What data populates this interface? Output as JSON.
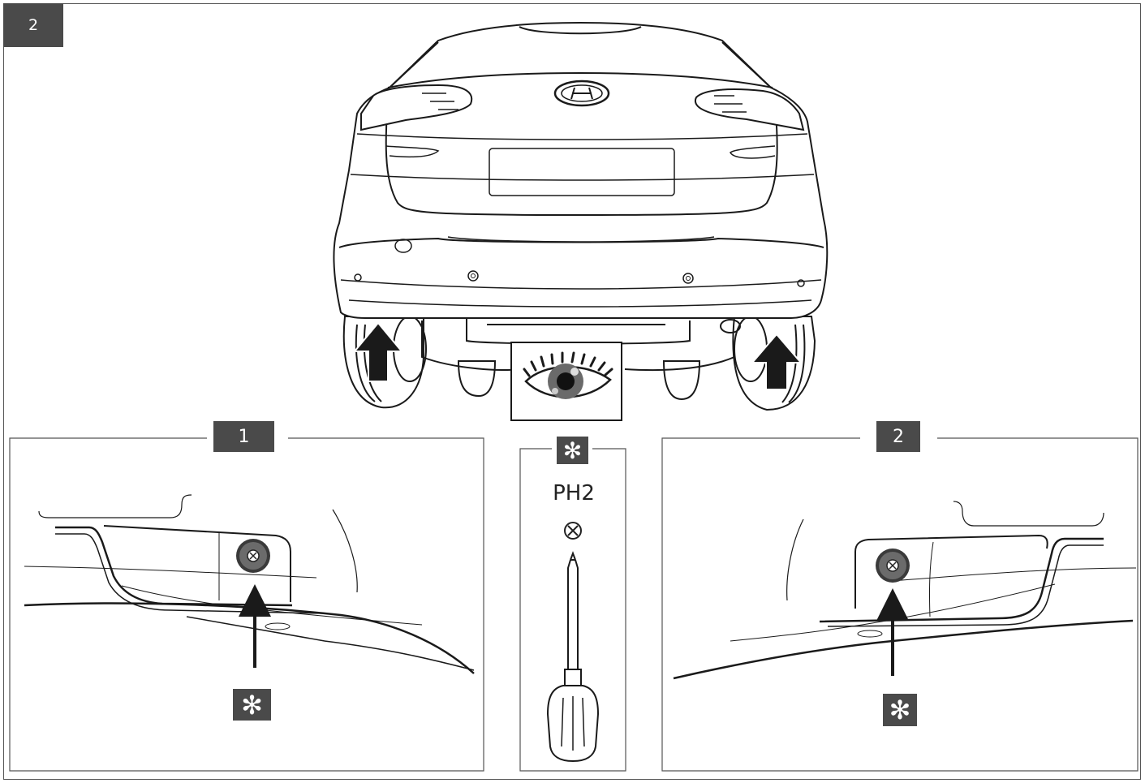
{
  "step_number": "2",
  "details": [
    {
      "label": "1"
    },
    {
      "label": "2"
    }
  ],
  "tool": {
    "label": "✻",
    "size": "PH2"
  },
  "screw_marker": "✻",
  "colors": {
    "badge_fill": "#4a4a4a",
    "badge_text": "#ffffff",
    "line": "#1a1a1a",
    "screw_head": "#6b6b6b"
  },
  "icons": [
    "eye-icon",
    "phillips-screw-icon",
    "screwdriver-icon",
    "up-arrow-icon"
  ]
}
